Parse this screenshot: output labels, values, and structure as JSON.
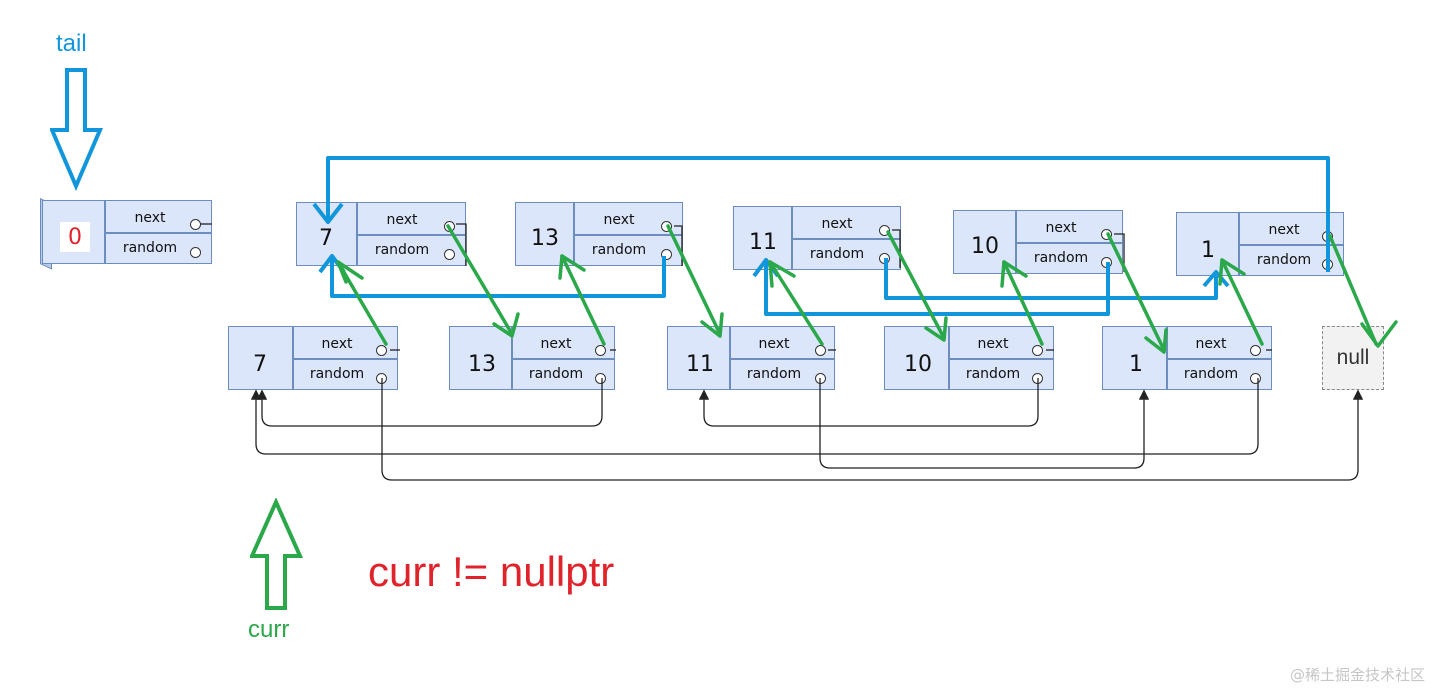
{
  "labels": {
    "tail": "tail",
    "curr": "curr",
    "condition": "curr != nullptr",
    "null": "null",
    "watermark": "@稀土掘金技术社区"
  },
  "fields": {
    "next": "next",
    "random": "random"
  },
  "dummy": {
    "val": "0"
  },
  "top_list": [
    "7",
    "13",
    "11",
    "10",
    "1"
  ],
  "bottom_list": [
    "7",
    "13",
    "11",
    "10",
    "1"
  ],
  "colors": {
    "tail": "#1296db",
    "curr": "#2aa84a",
    "condition": "#e0222a",
    "node_fill": "#dbe6fb",
    "node_border": "#6c8ebf",
    "black_link": "#222222"
  }
}
